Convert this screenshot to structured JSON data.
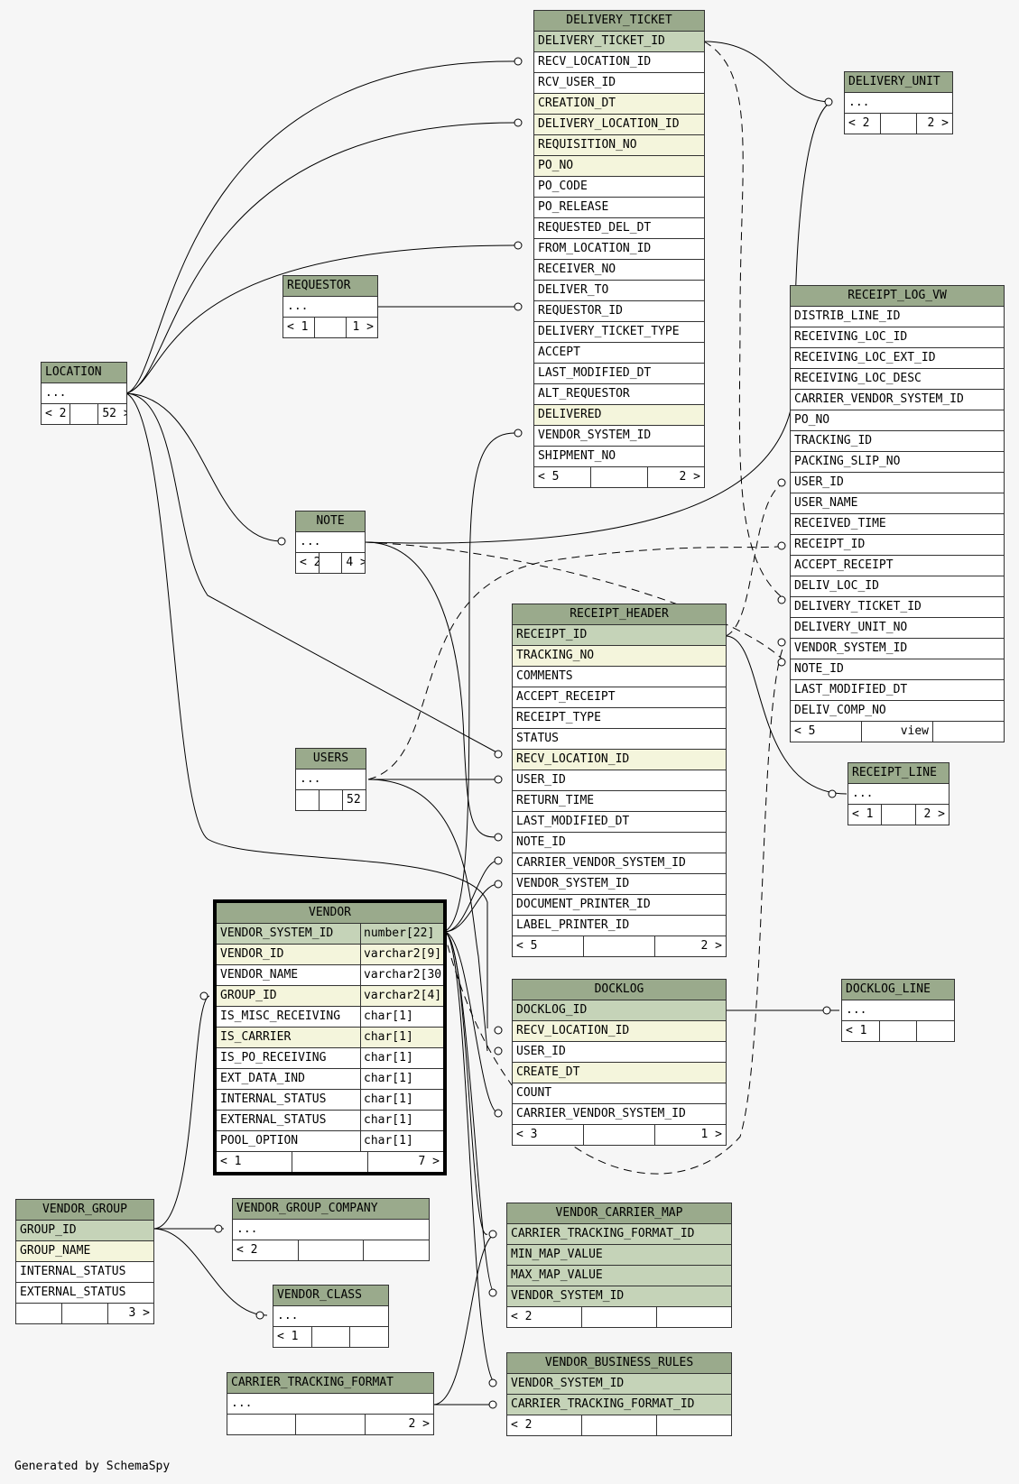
{
  "footer": "Generated by SchemaSpy",
  "tables": {
    "delivery_ticket": {
      "name": "DELIVERY_TICKET",
      "columns": [
        "DELIVERY_TICKET_ID",
        "RECV_LOCATION_ID",
        "RCV_USER_ID",
        "CREATION_DT",
        "DELIVERY_LOCATION_ID",
        "REQUISITION_NO",
        "PO_NO",
        "PO_CODE",
        "PO_RELEASE",
        "REQUESTED_DEL_DT",
        "FROM_LOCATION_ID",
        "RECEIVER_NO",
        "DELIVER_TO",
        "REQUESTOR_ID",
        "DELIVERY_TICKET_TYPE",
        "ACCEPT",
        "LAST_MODIFIED_DT",
        "ALT_REQUESTOR",
        "DELIVERED",
        "VENDOR_SYSTEM_ID",
        "SHIPMENT_NO"
      ],
      "footer": [
        "< 5",
        "",
        "2 >"
      ]
    },
    "delivery_unit": {
      "name": "DELIVERY_UNIT",
      "columns": [
        "..."
      ],
      "footer": [
        "< 2",
        "",
        "2 >"
      ]
    },
    "requestor": {
      "name": "REQUESTOR",
      "columns": [
        "..."
      ],
      "footer": [
        "< 1",
        "",
        "1 >"
      ]
    },
    "location": {
      "name": "LOCATION",
      "columns": [
        "..."
      ],
      "footer": [
        "< 2",
        "",
        "52 >"
      ]
    },
    "receipt_log_vw": {
      "name": "RECEIPT_LOG_VW",
      "columns": [
        "DISTRIB_LINE_ID",
        "RECEIVING_LOC_ID",
        "RECEIVING_LOC_EXT_ID",
        "RECEIVING_LOC_DESC",
        "CARRIER_VENDOR_SYSTEM_ID",
        "PO_NO",
        "TRACKING_ID",
        "PACKING_SLIP_NO",
        "USER_ID",
        "USER_NAME",
        "RECEIVED_TIME",
        "RECEIPT_ID",
        "ACCEPT_RECEIPT",
        "DELIV_LOC_ID",
        "DELIVERY_TICKET_ID",
        "DELIVERY_UNIT_NO",
        "VENDOR_SYSTEM_ID",
        "NOTE_ID",
        "LAST_MODIFIED_DT",
        "DELIV_COMP_NO"
      ],
      "footer": [
        "< 5",
        "view",
        ""
      ]
    },
    "note": {
      "name": "NOTE",
      "columns": [
        "..."
      ],
      "footer": [
        "< 2",
        "",
        "4 >"
      ]
    },
    "receipt_header": {
      "name": "RECEIPT_HEADER",
      "columns": [
        "RECEIPT_ID",
        "TRACKING_NO",
        "COMMENTS",
        "ACCEPT_RECEIPT",
        "RECEIPT_TYPE",
        "STATUS",
        "RECV_LOCATION_ID",
        "USER_ID",
        "RETURN_TIME",
        "LAST_MODIFIED_DT",
        "NOTE_ID",
        "CARRIER_VENDOR_SYSTEM_ID",
        "VENDOR_SYSTEM_ID",
        "DOCUMENT_PRINTER_ID",
        "LABEL_PRINTER_ID"
      ],
      "footer": [
        "< 5",
        "",
        "2 >"
      ]
    },
    "receipt_line": {
      "name": "RECEIPT_LINE",
      "columns": [
        "..."
      ],
      "footer": [
        "< 1",
        "",
        "2 >"
      ]
    },
    "users": {
      "name": "USERS",
      "columns": [
        "..."
      ],
      "footer": [
        "",
        "",
        "52 >"
      ]
    },
    "vendor": {
      "name": "VENDOR",
      "columns": [
        "VENDOR_SYSTEM_ID",
        "VENDOR_ID",
        "VENDOR_NAME",
        "GROUP_ID",
        "IS_MISC_RECEIVING",
        "IS_CARRIER",
        "IS_PO_RECEIVING",
        "EXT_DATA_IND",
        "INTERNAL_STATUS",
        "EXTERNAL_STATUS",
        "POOL_OPTION"
      ],
      "types": [
        "number[22]",
        "varchar2[9]",
        "varchar2[30]",
        "varchar2[4]",
        "char[1]",
        "char[1]",
        "char[1]",
        "char[1]",
        "char[1]",
        "char[1]",
        "char[1]"
      ],
      "footer": [
        "< 1",
        "",
        "7 >"
      ]
    },
    "docklog": {
      "name": "DOCKLOG",
      "columns": [
        "DOCKLOG_ID",
        "RECV_LOCATION_ID",
        "USER_ID",
        "CREATE_DT",
        "COUNT",
        "CARRIER_VENDOR_SYSTEM_ID"
      ],
      "footer": [
        "< 3",
        "",
        "1 >"
      ]
    },
    "docklog_line": {
      "name": "DOCKLOG_LINE",
      "columns": [
        "..."
      ],
      "footer": [
        "< 1",
        "",
        ""
      ]
    },
    "vendor_group": {
      "name": "VENDOR_GROUP",
      "columns": [
        "GROUP_ID",
        "GROUP_NAME",
        "INTERNAL_STATUS",
        "EXTERNAL_STATUS"
      ],
      "footer": [
        "",
        "",
        "3 >"
      ]
    },
    "vendor_group_company": {
      "name": "VENDOR_GROUP_COMPANY",
      "columns": [
        "..."
      ],
      "footer": [
        "< 2",
        "",
        ""
      ]
    },
    "vendor_class": {
      "name": "VENDOR_CLASS",
      "columns": [
        "..."
      ],
      "footer": [
        "< 1",
        "",
        ""
      ]
    },
    "vendor_carrier_map": {
      "name": "VENDOR_CARRIER_MAP",
      "columns": [
        "CARRIER_TRACKING_FORMAT_ID",
        "MIN_MAP_VALUE",
        "MAX_MAP_VALUE",
        "VENDOR_SYSTEM_ID"
      ],
      "footer": [
        "< 2",
        "",
        ""
      ]
    },
    "carrier_tracking_format": {
      "name": "CARRIER_TRACKING_FORMAT",
      "columns": [
        "..."
      ],
      "footer": [
        "",
        "",
        "2 >"
      ]
    },
    "vendor_business_rules": {
      "name": "VENDOR_BUSINESS_RULES",
      "columns": [
        "VENDOR_SYSTEM_ID",
        "CARRIER_TRACKING_FORMAT_ID"
      ],
      "footer": [
        "< 2",
        "",
        ""
      ]
    }
  }
}
